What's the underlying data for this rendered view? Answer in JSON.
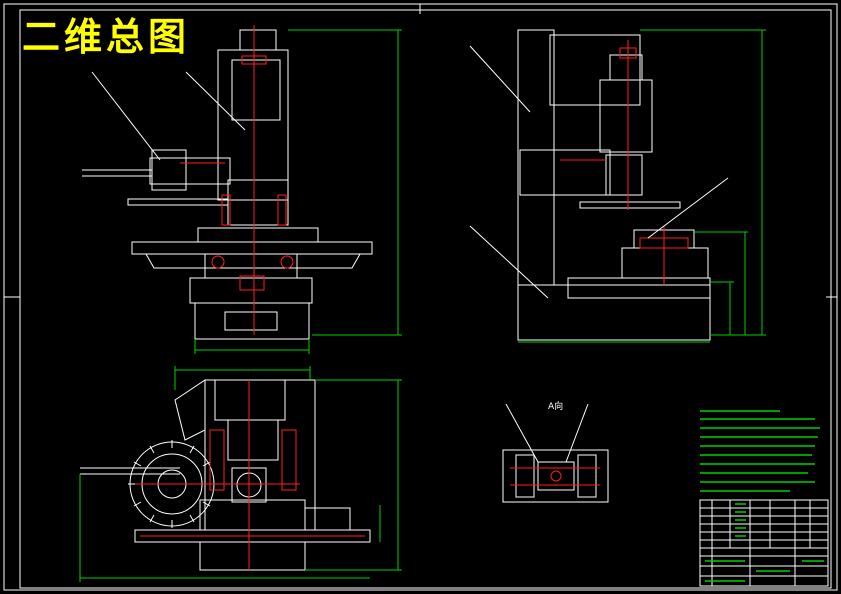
{
  "page": {
    "title": "二维总图",
    "view_label": "A向"
  },
  "colors": {
    "background": "#000000",
    "frame": "#ffffff",
    "title": "#ffff00",
    "centerline": "#ff2020",
    "dimension": "#00d000",
    "outline": "#ffffff"
  },
  "views": [
    {
      "name": "front-view"
    },
    {
      "name": "side-view"
    },
    {
      "name": "top-view"
    },
    {
      "name": "detail-view-a"
    }
  ]
}
